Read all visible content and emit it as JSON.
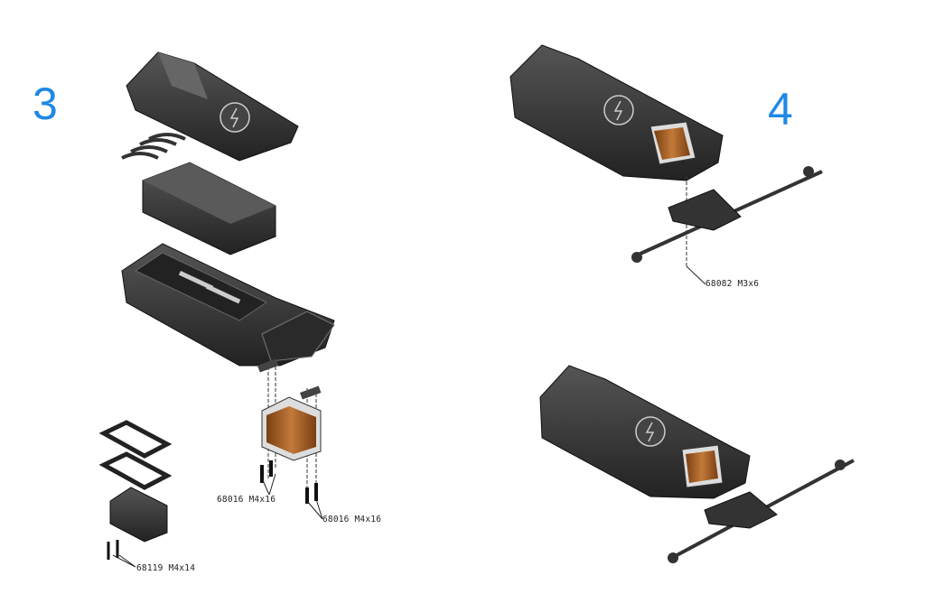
{
  "steps": [
    {
      "number": "3"
    },
    {
      "number": "4"
    }
  ],
  "parts_labels": {
    "screw_servo_left": "68016 M4x16",
    "screw_servo_right": "68016 M4x16",
    "screw_servo_small": "68119 M4x14",
    "screw_linkage": "68082 M3x6"
  },
  "colors": {
    "step_number": "#1e88e5",
    "part_body": "#3a3a3a",
    "servo_core": "#b5651d"
  }
}
